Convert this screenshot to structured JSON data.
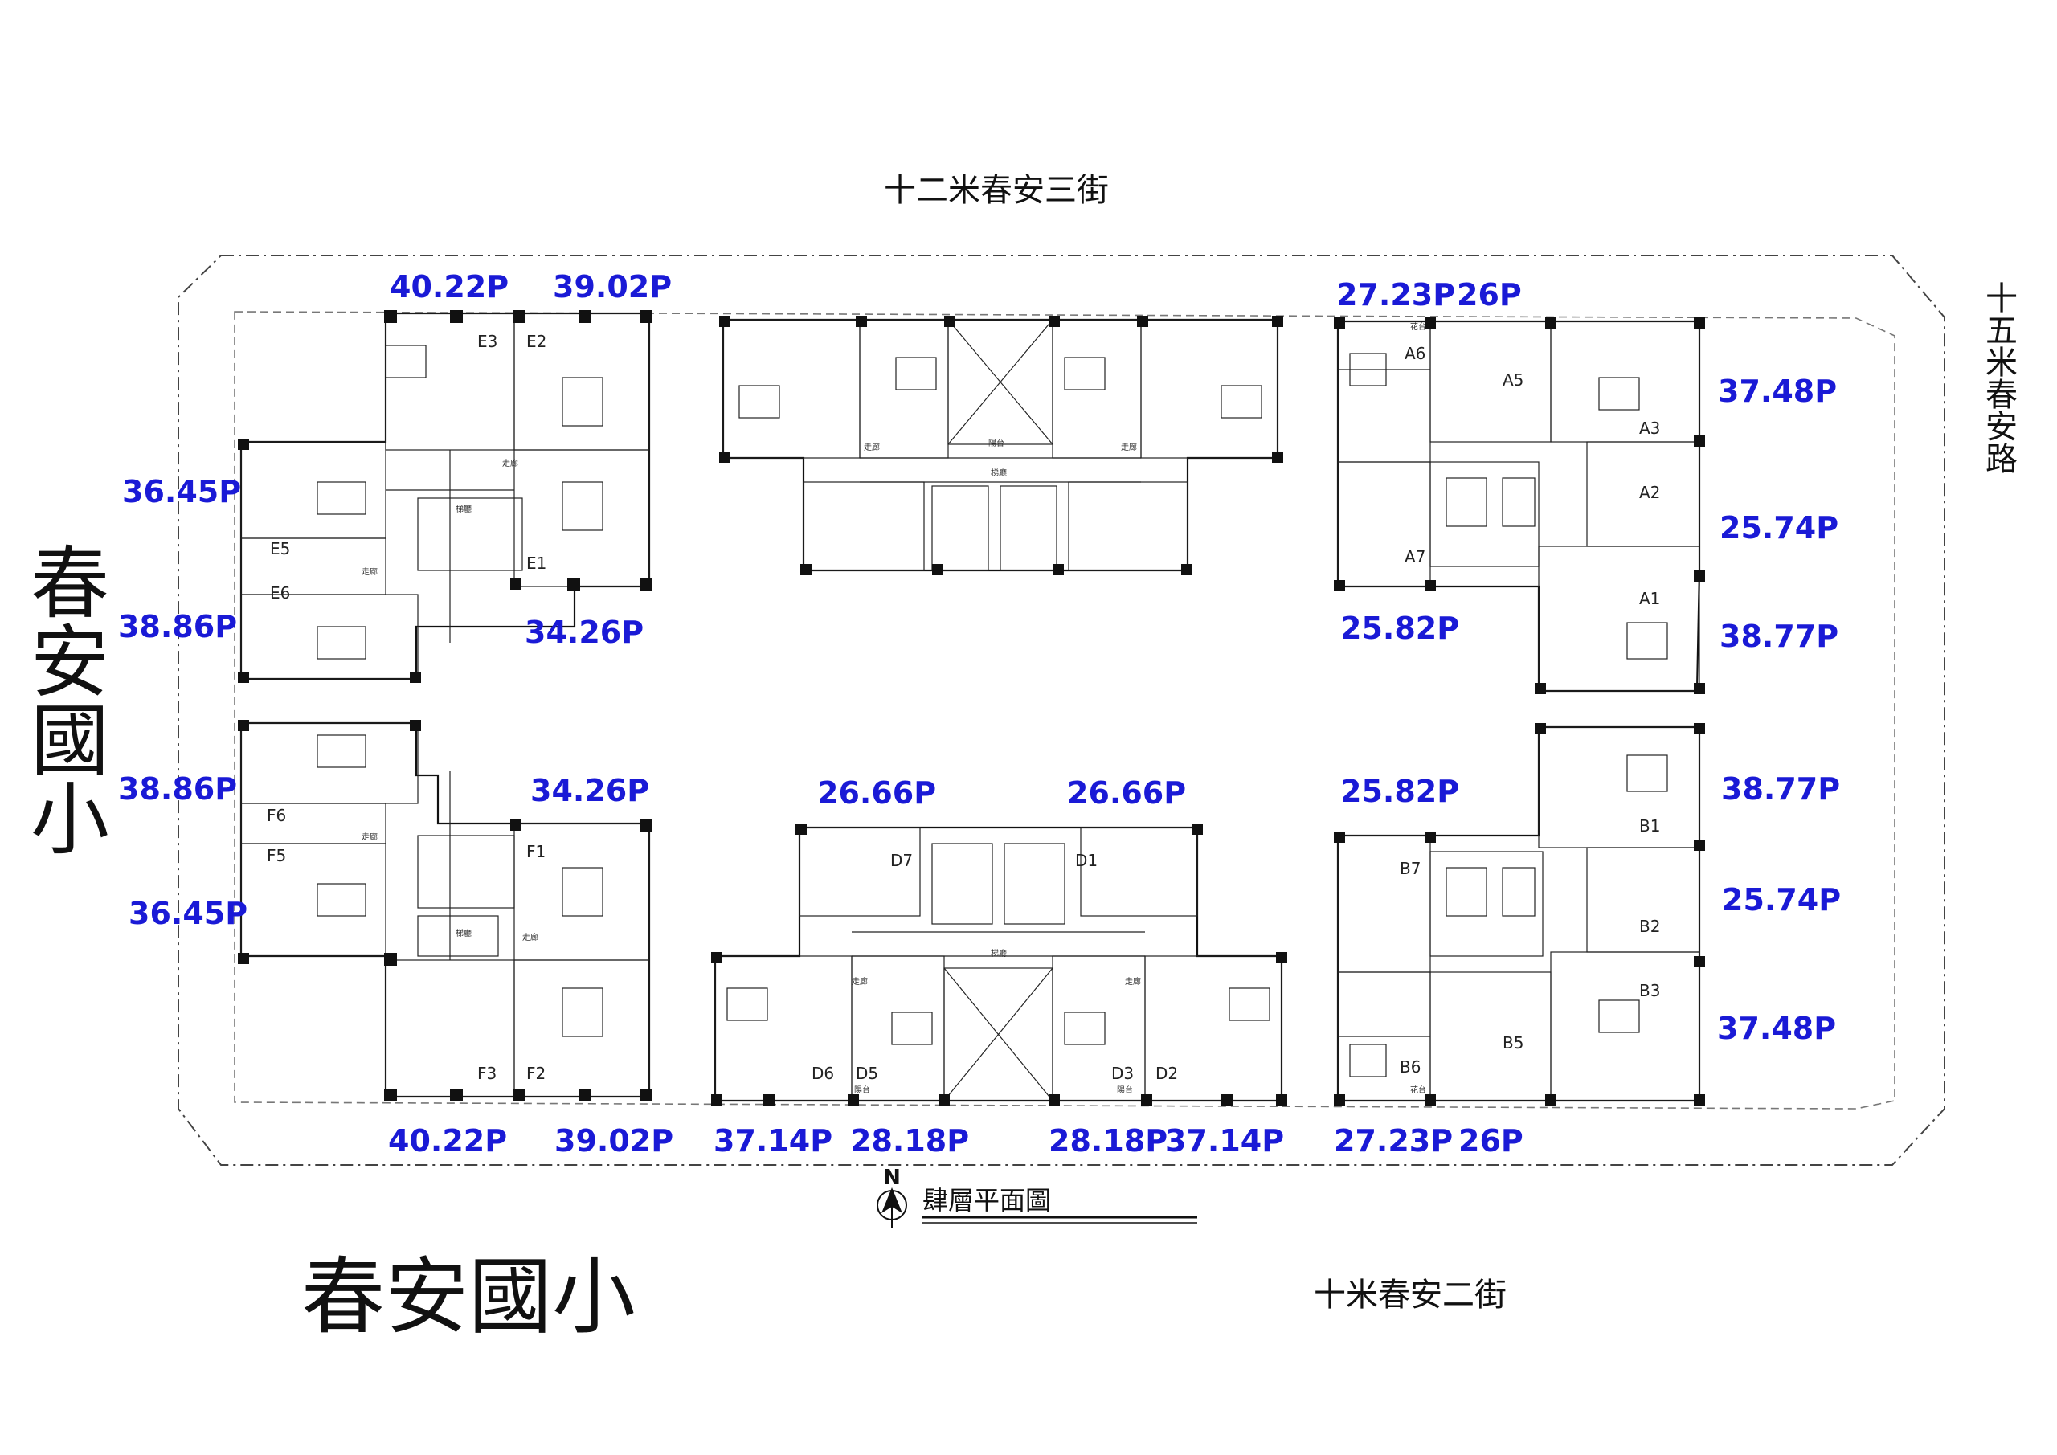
{
  "streets": {
    "north": "十二米春安三街",
    "east": "十五米春安路",
    "south": "十米春安二街"
  },
  "school": {
    "west": "春安國小",
    "south": "春安國小"
  },
  "plan_title": "肆層平面圖",
  "north_arrow": "N",
  "room_labels": {
    "corridor": "走廊",
    "balcony": "陽台",
    "hall": "梯廳",
    "planter": "花台"
  },
  "units": {
    "E1": "E1",
    "E2": "E2",
    "E3": "E3",
    "E5": "E5",
    "E6": "E6",
    "F1": "F1",
    "F2": "F2",
    "F3": "F3",
    "F5": "F5",
    "F6": "F6",
    "A1": "A1",
    "A2": "A2",
    "A3": "A3",
    "A5": "A5",
    "A6": "A6",
    "A7": "A7",
    "B1": "B1",
    "B2": "B2",
    "B3": "B3",
    "B5": "B5",
    "B6": "B6",
    "B7": "B7",
    "D1": "D1",
    "D2": "D2",
    "D3": "D3",
    "D5": "D5",
    "D6": "D6",
    "D7": "D7"
  },
  "areas": {
    "e3": "40.22P",
    "e2": "39.02P",
    "e5": "36.45P",
    "e6": "38.86P",
    "e1": "34.26P",
    "f6": "38.86P",
    "f1": "34.26P",
    "f5": "36.45P",
    "f3": "40.22P",
    "f2": "39.02P",
    "a6": "27.23P",
    "a5": "26P",
    "a3": "37.48P",
    "a2": "25.74P",
    "a7": "25.82P",
    "a1": "38.77P",
    "b1": "38.77P",
    "b7": "25.82P",
    "b2": "25.74P",
    "b3": "37.48P",
    "b6": "27.23P",
    "b5": "26P",
    "d7": "26.66P",
    "d1": "26.66P",
    "d6": "37.14P",
    "d5": "28.18P",
    "d3": "28.18P",
    "d2": "37.14P"
  }
}
